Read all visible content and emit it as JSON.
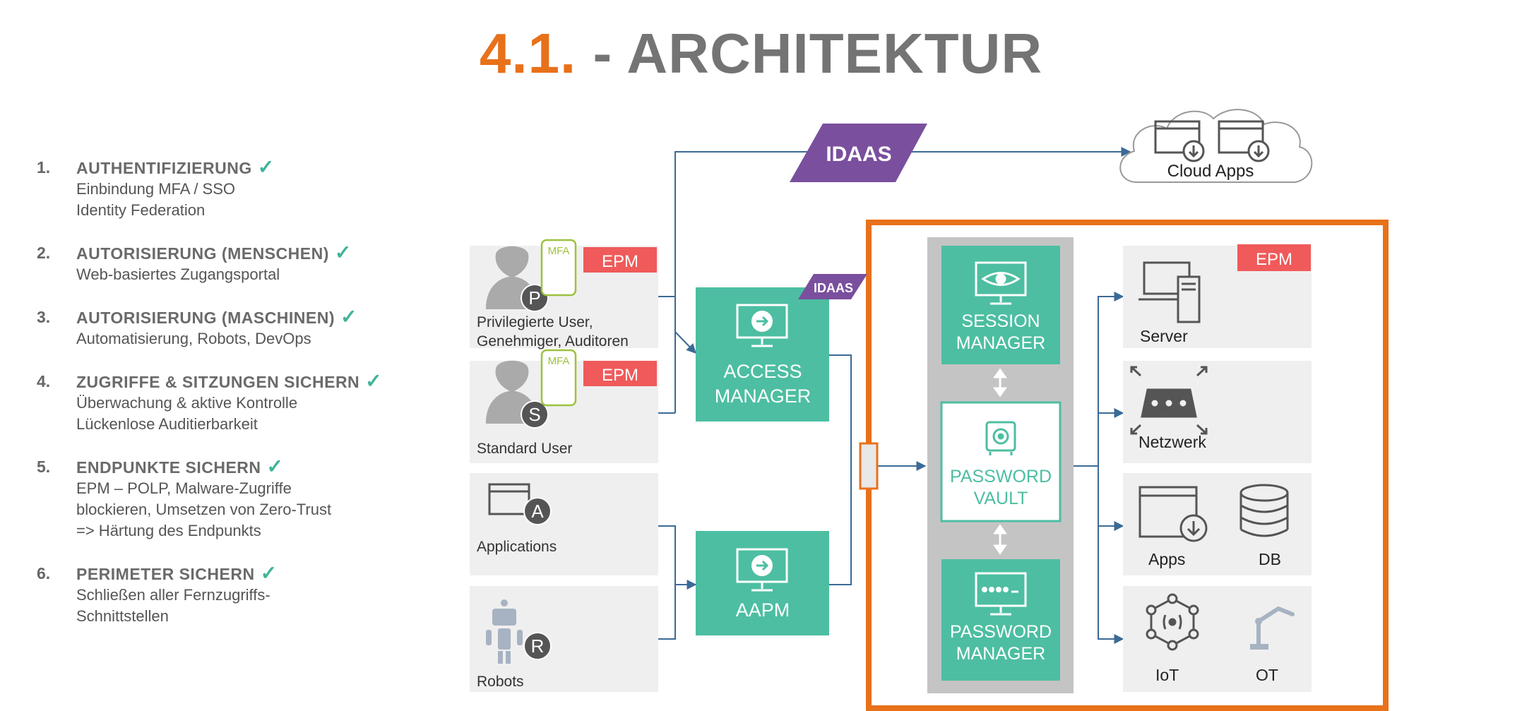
{
  "title": {
    "number": "4.1.",
    "text": " - ARCHITEKTUR"
  },
  "list": [
    {
      "num": "1.",
      "heading": "AUTHENTIFIZIERUNG",
      "lines": [
        "Einbindung MFA / SSO",
        "Identity Federation"
      ]
    },
    {
      "num": "2.",
      "heading": "AUTORISIERUNG (MENSCHEN)",
      "lines": [
        "Web-basiertes Zugangsportal"
      ]
    },
    {
      "num": "3.",
      "heading": "AUTORISIERUNG (MASCHINEN)",
      "lines": [
        "Automatisierung, Robots, DevOps"
      ]
    },
    {
      "num": "4.",
      "heading": "ZUGRIFFE & SITZUNGEN SICHERN",
      "lines": [
        "Überwachung & aktive Kontrolle",
        "Lückenlose Auditierbarkeit"
      ]
    },
    {
      "num": "5.",
      "heading": "ENDPUNKTE SICHERN",
      "lines": [
        "EPM – POLP, Malware-Zugriffe",
        "blockieren, Umsetzen von Zero-Trust",
        "=> Härtung des Endpunkts"
      ]
    },
    {
      "num": "6.",
      "heading": "PERIMETER SICHERN",
      "lines": [
        "Schließen aller Fernzugriffs-",
        "Schnittstellen"
      ]
    }
  ],
  "checkmark": "✓",
  "diagram": {
    "idaas_label": "IDAAS",
    "idaas_small_label": "IDAAS",
    "cloud_label": "Cloud Apps",
    "users": [
      {
        "badge": "P",
        "mfa": "MFA",
        "epm": "EPM",
        "lines": [
          "Privilegierte User,",
          "Genehmiger, Auditoren"
        ]
      },
      {
        "badge": "S",
        "mfa": "MFA",
        "epm": "EPM",
        "lines": [
          "Standard User"
        ]
      },
      {
        "badge": "A",
        "lines": [
          "Applications"
        ]
      },
      {
        "badge": "R",
        "lines": [
          "Robots"
        ]
      }
    ],
    "access_manager": [
      "ACCESS",
      "MANAGER"
    ],
    "aapm": [
      "AAPM"
    ],
    "session_manager": [
      "SESSION",
      "MANAGER"
    ],
    "password_vault": [
      "PASSWORD",
      "VAULT"
    ],
    "password_manager": [
      "PASSWORD",
      "MANAGER"
    ],
    "targets": {
      "epm": "EPM",
      "server": "Server",
      "netzwerk": "Netzwerk",
      "apps": "Apps",
      "db": "DB",
      "iot": "IoT",
      "ot": "OT"
    }
  },
  "colors": {
    "orange": "#e8711a",
    "grey_title": "#747474",
    "teal": "#4dbea2",
    "purple": "#7a4f9e",
    "epm_red": "#f05a5a",
    "arrow_blue": "#3a6a96",
    "check_green": "#3fb49a"
  }
}
